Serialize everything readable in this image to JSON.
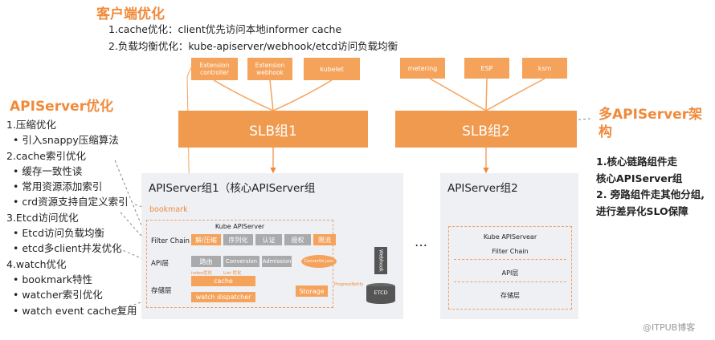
{
  "client": {
    "title": "客户端优化",
    "items": [
      "1.cache优化：client优先访问本地informer cache",
      "2.负载均衡优化：kube-apiserver/webhook/etcd访问负载均衡"
    ]
  },
  "apiserver_opt": {
    "title": "APIServer优化",
    "sections": [
      {
        "heading": "1.压缩优化",
        "items": [
          "引入snappy压缩算法"
        ]
      },
      {
        "heading": "2.cache索引优化",
        "items": [
          "缓存一致性读",
          "常用资源添加索引",
          "crd资源支持自定义索引"
        ]
      },
      {
        "heading": "3.Etcd访问优化",
        "items": [
          "Etcd访问负载均衡",
          "etcd多client并发优化"
        ]
      },
      {
        "heading": "4.watch优化",
        "items": [
          "bookmark特性",
          "watcher索引优化",
          "watch event cache复用"
        ]
      }
    ]
  },
  "multi": {
    "title_line1": "多APIServer架",
    "title_line2": "构",
    "lines": [
      "1.核心链路组件走",
      "核心APIServer组",
      "2. 旁路组件走其他分组,",
      "进行差异化SLO保障"
    ]
  },
  "clients_left": [
    "Extension controller",
    "Extension webhook",
    "kubelet"
  ],
  "clients_right": [
    "metering",
    "ESP",
    "ksm"
  ],
  "slb1": "SLB组1",
  "slb2": "SLB组2",
  "group1": {
    "title": "APIServer组1（核心APIServer组",
    "bookmark": "bookmark",
    "kube_apiserver": "Kube APIServer",
    "filter_chain_label": "Filter Chain",
    "filter_chips": [
      "解/压缩",
      "序列化",
      "认证",
      "授权",
      "限流"
    ],
    "api_label": "API层",
    "api_chips": [
      "路由",
      "Conversion",
      "Admission"
    ],
    "convert_json": "Convertto json",
    "index_note": "index优化",
    "list_note": "List 优化",
    "storage_label": "存储层",
    "cache": "cache",
    "watch_dispatcher": "watch dispatcher",
    "storage": "Storage",
    "progress_notify": "ProgressNotify",
    "webhook": "Webhook",
    "etcd": "ETCD"
  },
  "ellipsis": "…",
  "group2": {
    "title": "APIServer组2",
    "rows": [
      "Kube APIServear",
      "Filter Chain",
      "API层",
      "存储层"
    ]
  },
  "watermark": "@ITPUB博客",
  "colors": {
    "accent": "#f08a3b",
    "box": "#f5a25b",
    "group_bg": "#eef0f4",
    "chip_gray": "#a9aaac"
  }
}
